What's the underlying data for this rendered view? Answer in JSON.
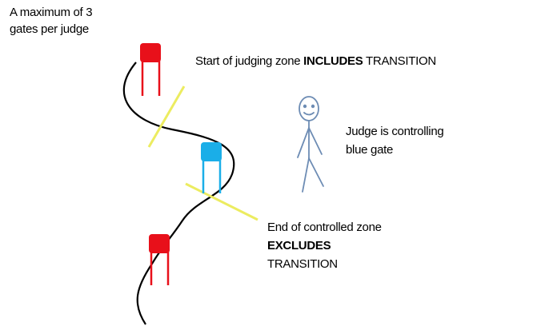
{
  "labels": {
    "max_gates_line1": "A maximum  of 3",
    "max_gates_line2": "gates per judge",
    "start_zone_prefix": "Start of judging zone ",
    "start_zone_bold": "INCLUDES",
    "start_zone_suffix": " TRANSITION",
    "judge_line1": "Judge is controlling",
    "judge_line2": "blue gate",
    "end_zone_line1": "End of controlled zone",
    "end_zone_line2": "EXCLUDES",
    "end_zone_line3": "TRANSITION"
  },
  "colors": {
    "red_gate": "#e8101a",
    "blue_gate": "#1aaee8",
    "zone_line": "#ecec60",
    "judge_figure": "#6d8cb4",
    "course_line": "#000000"
  }
}
